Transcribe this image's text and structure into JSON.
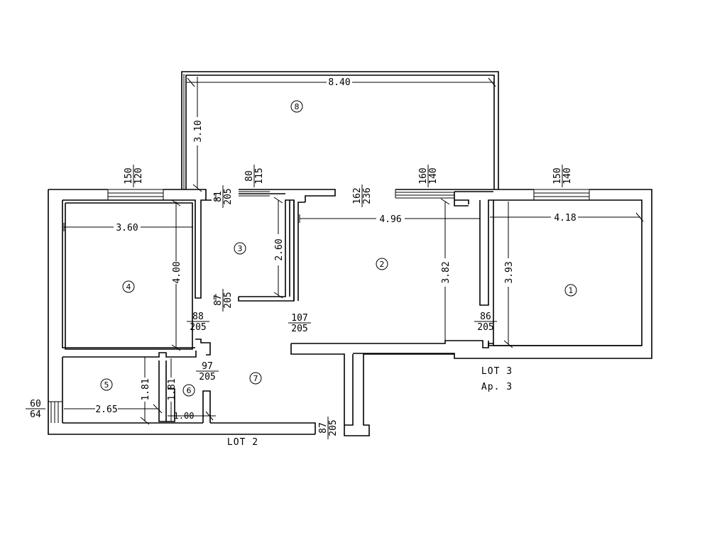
{
  "rooms": [
    "1",
    "2",
    "3",
    "4",
    "5",
    "6",
    "7",
    "8"
  ],
  "dimensions": {
    "d_840": "8.40",
    "d_310": "3.10",
    "d_360": "3.60",
    "d_400": "4.00",
    "d_260": "2.60",
    "d_496": "4.96",
    "d_382": "3.82",
    "d_393": "3.93",
    "d_418": "4.18",
    "d_265": "2.65",
    "d_181a": "1.81",
    "d_181b": "1.81",
    "d_100": "1.00"
  },
  "openings": {
    "w1": {
      "top": "150",
      "bottom": "120"
    },
    "w2": {
      "top": "80",
      "bottom": "115"
    },
    "w3": {
      "top": "160",
      "bottom": "140"
    },
    "w4": {
      "top": "150",
      "bottom": "140"
    },
    "o81": {
      "top": "81",
      "bottom": "205"
    },
    "o162": {
      "top": "162",
      "bottom": "236"
    },
    "o87a": {
      "top": "87",
      "bottom": "205"
    },
    "o88": {
      "top": "88",
      "bottom": "205"
    },
    "o107": {
      "top": "107",
      "bottom": "205"
    },
    "o86": {
      "top": "86",
      "bottom": "205"
    },
    "o97": {
      "top": "97",
      "bottom": "205"
    },
    "o60": {
      "top": "60",
      "bottom": "64"
    },
    "o87b": {
      "top": "87",
      "bottom": "205"
    }
  },
  "labels": {
    "lot2": "LOT 2",
    "lot3": "LOT 3",
    "ap": "Ap. 3"
  }
}
